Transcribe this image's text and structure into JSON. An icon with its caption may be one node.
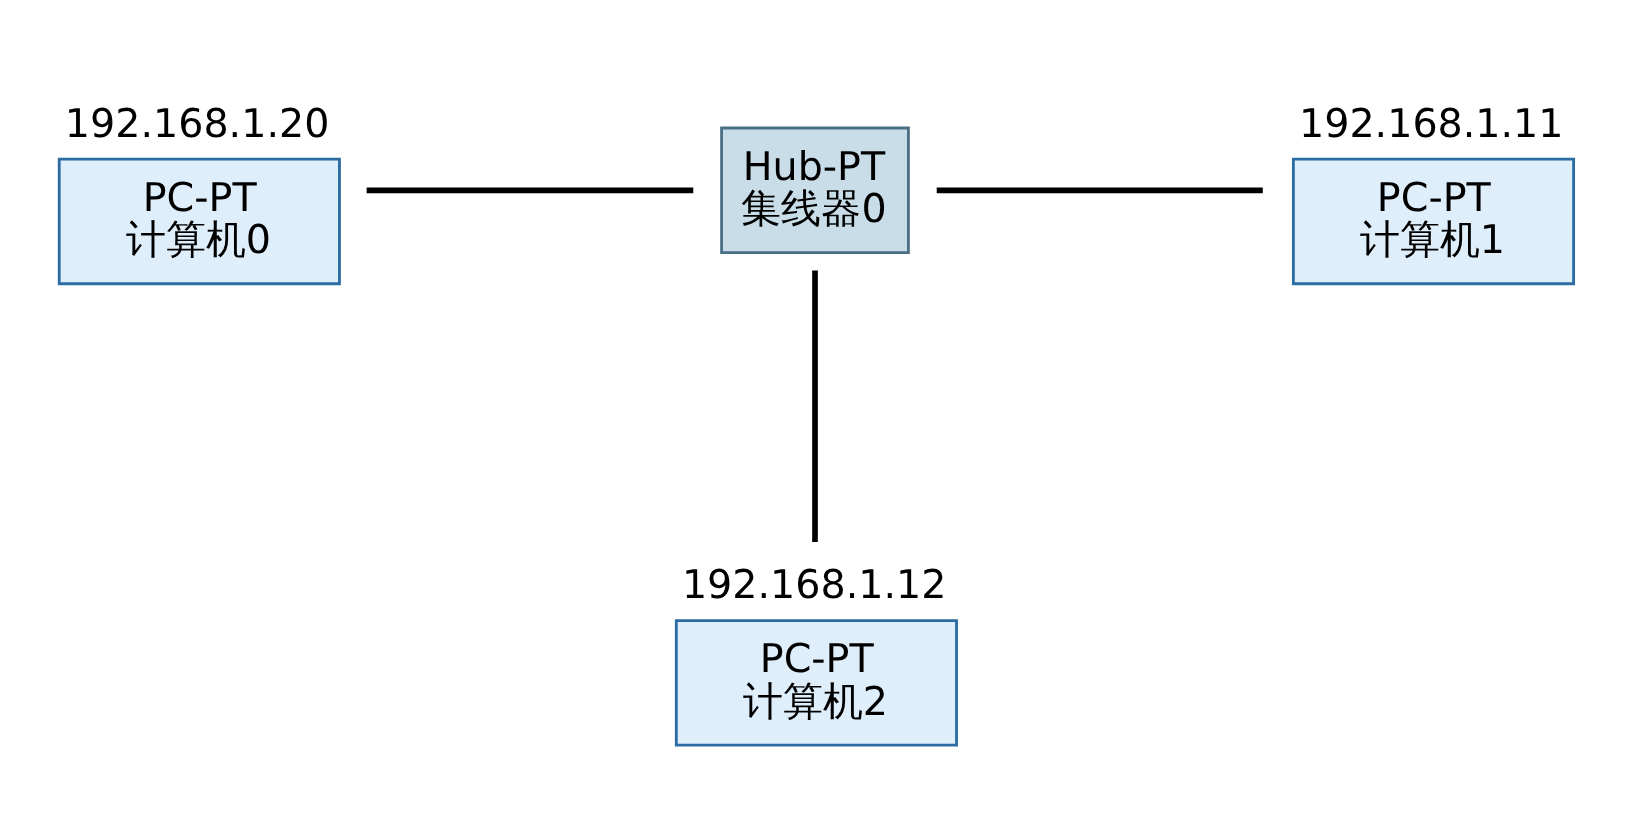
{
  "diagram": {
    "nodes": [
      {
        "text": [
          "PC-PT",
          "计算机0"
        ],
        "beside": [
          "192.168.1.20"
        ]
      },
      {
        "text": [
          "Hub-PT",
          "集线器0"
        ]
      },
      {
        "text": [
          "PC-PT",
          "计算机1"
        ],
        "beside": [
          "192.168.1.11"
        ]
      },
      {
        "text": [
          "PC-PT",
          "计算机2"
        ],
        "beside": [
          "192.168.1.12"
        ]
      }
    ],
    "edges": [
      {
        "from": 0,
        "to": 1,
        "arrow": "none"
      },
      {
        "from": 1,
        "to": 2,
        "arrow": "none"
      },
      {
        "from": 1,
        "to": 3,
        "arrow": "none"
      }
    ]
  }
}
